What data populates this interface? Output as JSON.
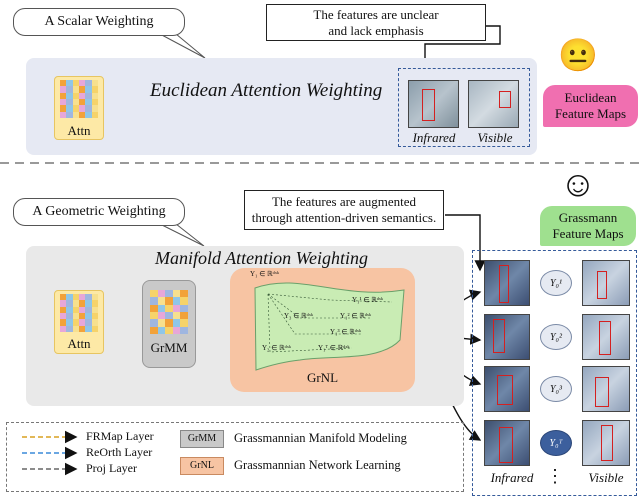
{
  "top": {
    "callout": "A Scalar Weighting",
    "note_line1": "The features are unclear",
    "note_line2": "and lack emphasis",
    "title": "Euclidean Attention Weighting",
    "attn_label": "Attn",
    "infrared_label": "Infrared",
    "visible_label": "Visible",
    "tag_line1": "Euclidean",
    "tag_line2": "Feature Maps",
    "emoji": "😐"
  },
  "bottom": {
    "callout": "A Geometric Weighting",
    "note_line1": "The features are augmented",
    "note_line2": "through attention-driven semantics.",
    "title": "Manifold Attention Weighting",
    "attn_label": "Attn",
    "grmm_label": "GrMM",
    "grnl_label": "GrNL",
    "tag_line1": "Grassmann",
    "tag_line2": "Feature Maps",
    "emoji": "☺",
    "infrared_label": "Infrared",
    "visible_label": "Visible",
    "ellipsis": "⋮",
    "ylabels": [
      "Y₀¹",
      "Y₀²",
      "Y₀³",
      "Y₀ᵀ"
    ],
    "manifold_text": [
      "Y₁ ∈ ℝᵈˣᵏ",
      "Y₁¹ ∈ ℝᵈˣᵏ",
      "Y₁² ∈ ℝᵈˣᵏ",
      "Y₁³ ∈ ℝᵈˣᵏ",
      "Y₁ᵀ ∈ ℝᵈˣᵏ",
      "Y₂ ∈ ℝᵈˣᵏ",
      "Y₃ ∈ ℝᵈˣᵏ"
    ]
  },
  "legend": {
    "frmap": "FRMap Layer",
    "reorth": "ReOrth Layer",
    "proj": "Proj Layer",
    "grmm_badge": "GrMM",
    "grmm_desc": "Grassmannian Manifold Modeling",
    "grnl_badge": "GrNL",
    "grnl_desc": "Grassmannian Network Learning"
  },
  "colors": {
    "top_panel": "#e6e9f3",
    "bottom_panel": "#e9e9e9",
    "euclid_tag": "#f06fb0",
    "grass_tag": "#9fe08f",
    "grnl_box": "#f7c4a3",
    "manifold": "#c9ecb4",
    "grmm_box": "#c9c9c9",
    "red": "#d42020"
  }
}
